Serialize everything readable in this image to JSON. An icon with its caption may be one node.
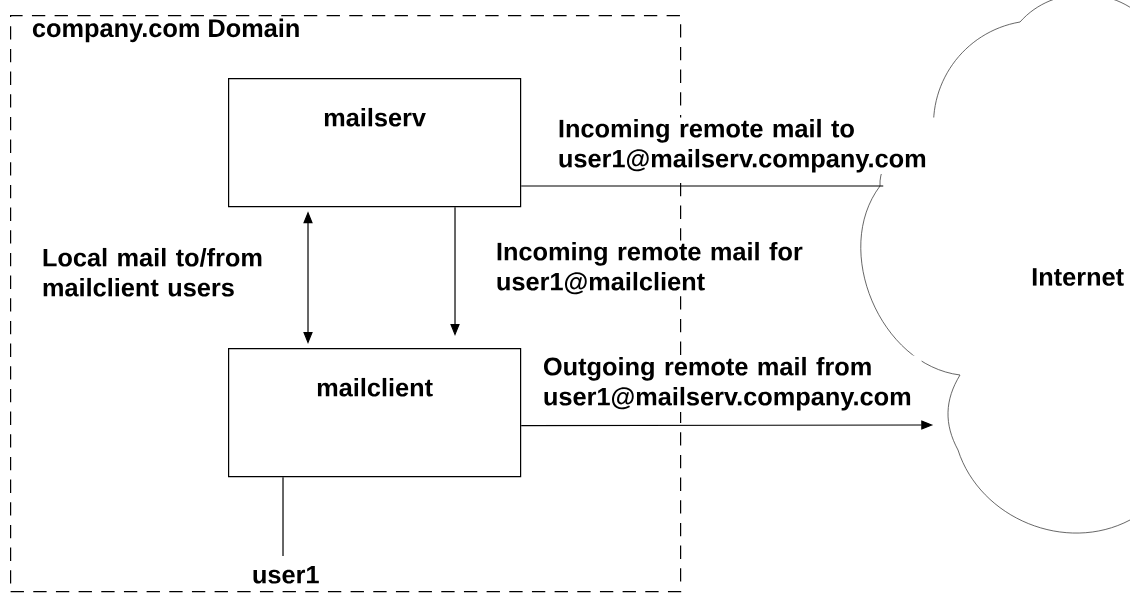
{
  "diagram": {
    "nodes": [
      {
        "text": [
          "company.com Domain"
        ]
      },
      {
        "text": [
          "mailserv"
        ],
        "in": 0
      },
      {
        "text": [
          "mailclient"
        ],
        "in": 0
      },
      {
        "text": [
          "user1"
        ],
        "in": 0
      },
      {
        "text": [
          "Internet"
        ]
      }
    ],
    "edges": [
      {
        "from": 1,
        "to": 2,
        "arrow": "both",
        "label": "Local mail to/from mailclient users"
      },
      {
        "from": 4,
        "to": 1,
        "arrow": "none",
        "label": "Incoming remote mail to user1@mailserv.company.com"
      },
      {
        "from": 1,
        "to": 2,
        "arrow": "to",
        "label": "Incoming remote mail for user1@mailclient"
      },
      {
        "from": 2,
        "to": 4,
        "arrow": "to",
        "label": "Outgoing remote mail from user1@mailserv.company.com"
      },
      {
        "from": 3,
        "to": 2,
        "arrow": "none"
      }
    ]
  }
}
